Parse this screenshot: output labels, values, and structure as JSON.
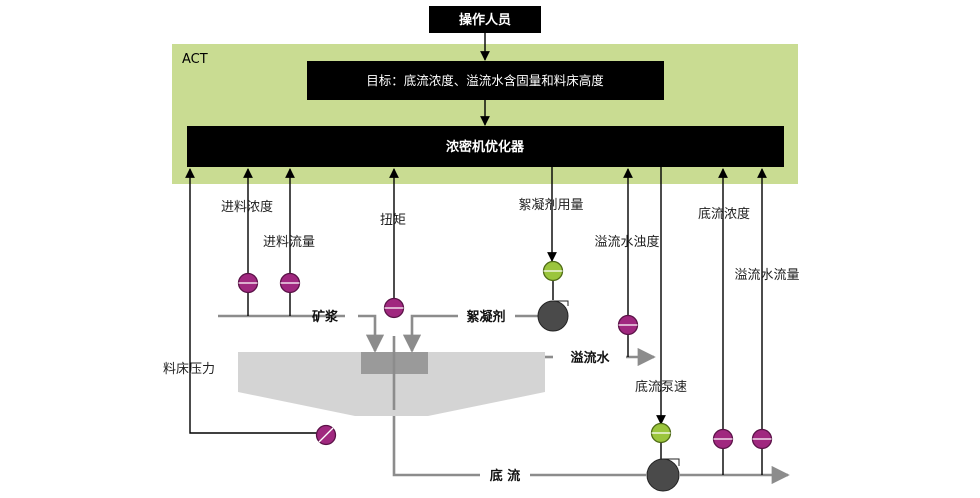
{
  "operator": "操作人员",
  "act_label": "ACT",
  "objective": "目标：底流浓度、溢流水含固量和料床高度",
  "optimizer": "浓密机优化器",
  "signals": {
    "feed_density": "进料浓度",
    "feed_flow": "进料流量",
    "torque": "扭矩",
    "flocculant_dosage": "絮凝剂用量",
    "overflow_turbidity": "溢流水浊度",
    "underflow_density": "底流浓度",
    "overflow_flow": "溢流水流量",
    "bed_pressure": "料床压力",
    "underflow_pump_speed": "底流泵速"
  },
  "streams": {
    "slurry": "矿浆",
    "flocculant": "絮凝剂",
    "overflow": "溢流水",
    "underflow": "底 流"
  },
  "colors": {
    "act_bg": "#c9dc92",
    "box": "#000000",
    "line": "#000000",
    "pipe": "#8c8c8c",
    "sensor": "#a0287f",
    "actuator": "#9bc53d",
    "pump": "#4a4a4a",
    "tank": "#d4d4d4",
    "feedwell": "#9a9a9a"
  }
}
